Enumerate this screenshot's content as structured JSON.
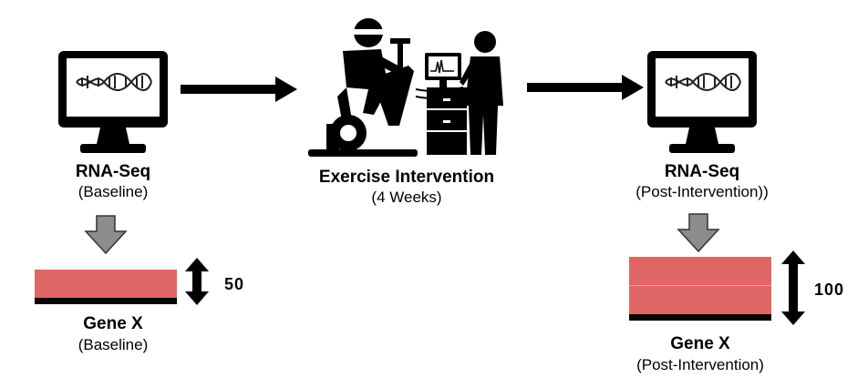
{
  "baseline": {
    "title": "RNA-Seq",
    "subtitle": "(Baseline)",
    "gene_title": "Gene X",
    "gene_subtitle": "(Baseline)",
    "value": "50"
  },
  "intervention": {
    "title": "Exercise Intervention",
    "subtitle": "(4 Weeks)"
  },
  "post": {
    "title": "RNA-Seq",
    "subtitle": "(Post-Intervention))",
    "gene_title": "Gene X",
    "gene_subtitle": "(Post-Intervention)",
    "value": "100"
  },
  "colors": {
    "bar": "#e06666",
    "down_arrow": "#8c8c8c",
    "line": "#000000"
  },
  "icons": [
    "computer-monitor-icon",
    "dna-icon",
    "exercise-bike-icon",
    "person-icon",
    "monitor-cart-icon"
  ]
}
